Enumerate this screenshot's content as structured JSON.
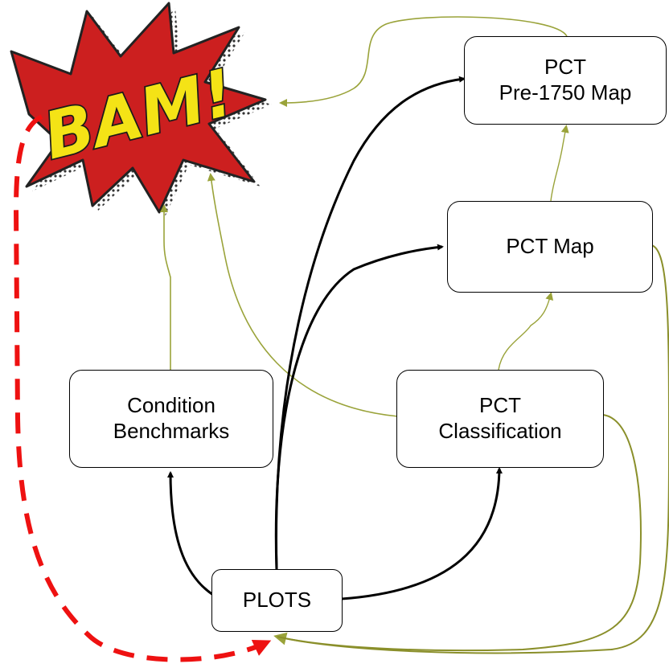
{
  "nodes": {
    "pre1750": {
      "line1": "PCT",
      "line2": "Pre-1750 Map"
    },
    "pct_map": {
      "label": "PCT Map"
    },
    "pct_class": {
      "line1": "PCT",
      "line2": "Classification"
    },
    "condition": {
      "line1": "Condition",
      "line2": "Benchmarks"
    },
    "plots": {
      "label": "PLOTS"
    }
  },
  "bam": {
    "text": "BAM!"
  },
  "colors": {
    "solid_arrow": "#000000",
    "olive_arrow": "#9aa33a",
    "dashed_arrow": "#ee1111",
    "bam_red": "#cc1f1f",
    "bam_yellow": "#f4e316"
  }
}
